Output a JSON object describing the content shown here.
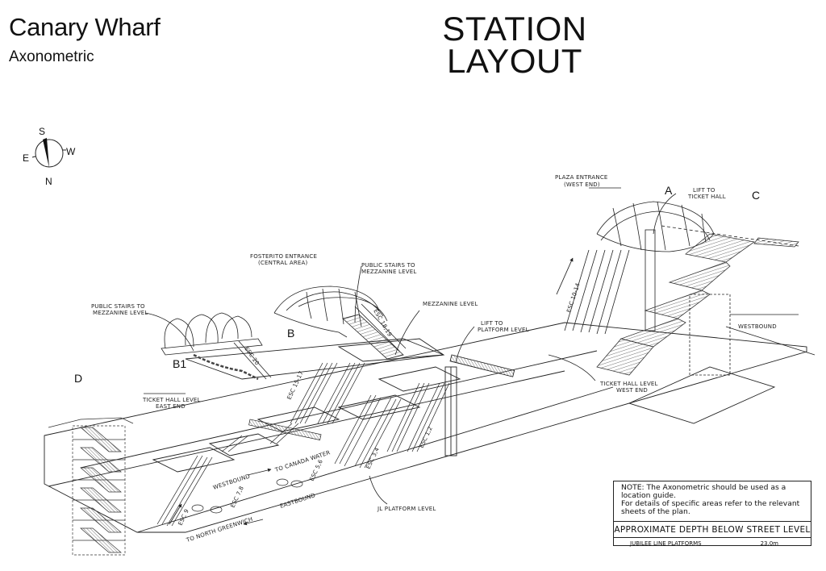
{
  "header": {
    "title": "Canary Wharf",
    "subtitle": "Axonometric",
    "main_title_line1": "STATION",
    "main_title_line2": "LAYOUT"
  },
  "compass": {
    "north": "N",
    "south": "S",
    "east": "E",
    "west": "W"
  },
  "entrances": {
    "A": "A",
    "B": "B",
    "B1": "B1",
    "C": "C",
    "D": "D"
  },
  "labels": {
    "plaza_entrance_line1": "PLAZA ENTRANCE",
    "plaza_entrance_line2": "(WEST END)",
    "lift_ticket_hall_line1": "LIFT TO",
    "lift_ticket_hall_line2": "TICKET HALL",
    "fosterito_line1": "FOSTERITO ENTRANCE",
    "fosterito_line2": "(CENTRAL AREA)",
    "public_stairs_b_line1": "PUBLIC STAIRS TO",
    "public_stairs_b_line2": "MEZZANINE LEVEL",
    "public_stairs_b1_line1": "PUBLIC STAIRS TO",
    "public_stairs_b1_line2": "MEZZANINE LEVEL",
    "mezzanine_level": "MEZZANINE LEVEL",
    "lift_platform_line1": "LIFT TO",
    "lift_platform_line2": "PLATFORM LEVEL",
    "ticket_hall_west_line1": "TICKET HALL LEVEL",
    "ticket_hall_west_line2": "WEST END",
    "ticket_hall_east_line1": "TICKET HALL LEVEL",
    "ticket_hall_east_line2": "EAST END",
    "jl_platform_level": "JL PLATFORM LEVEL",
    "westbound_right": "WESTBOUND",
    "westbound": "WESTBOUND",
    "eastbound": "EASTBOUND",
    "to_canada_water": "TO CANADA WATER",
    "to_north_greenwich": "TO NORTH GREENWICH"
  },
  "escalators": {
    "esc_10_14": "ESC 10-14",
    "esc_18_19": "ESC 18,19",
    "esc_20": "ESC 20",
    "esc_15_17": "ESC 15-17",
    "esc_1_2": "ESC 1,2",
    "esc_3_4": "ESC 3,4",
    "esc_5_6": "ESC 5,6",
    "esc_7_8": "ESC 7,8",
    "esc_9": "ESC 9"
  },
  "note": {
    "line1": "NOTE: The Axonometric should be used as a",
    "line2": "location guide.",
    "line3": "For details of specific areas refer to the relevant",
    "line4": "sheets of the plan.",
    "depth_heading": "APPROXIMATE DEPTH BELOW STREET LEVEL",
    "depth_rows": [
      {
        "name": "JUBILEE LINE PLATFORMS",
        "depth": "23.0m"
      }
    ]
  }
}
